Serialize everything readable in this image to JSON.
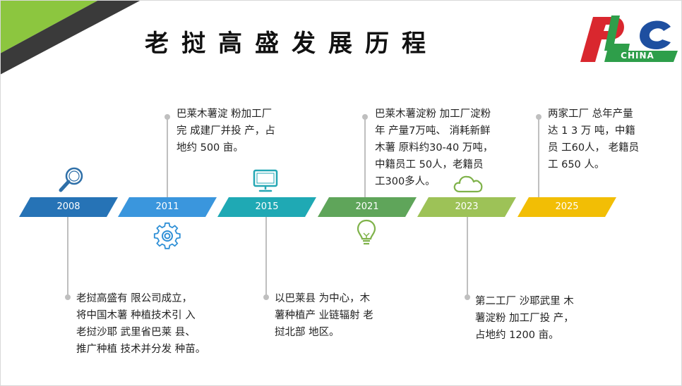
{
  "title": "老挝高盛发展历程",
  "logo": {
    "text": "CHINA"
  },
  "colors": {
    "corner_green": "#8CC63F",
    "corner_dark": "#3A3A3A",
    "logo_red": "#D9272E",
    "logo_green": "#2E9E4A",
    "logo_blue": "#1E4FA0",
    "icon_blue": "#2E6FA8",
    "icon_teal": "#25A7B4",
    "icon_green": "#7FB24A",
    "connector_gray": "#BFBFBF"
  },
  "timeline": [
    {
      "year": "2008",
      "color": "#2673B6",
      "icon": "magnifier-icon",
      "note": [
        "老挝高盛有 限公司成立，",
        "将中国木薯 种植技术引 入",
        "老挝沙耶 武里省巴莱 县、",
        "推广种植 技术并分发 种苗。"
      ]
    },
    {
      "year": "2011",
      "color": "#3A96DD",
      "icon": "gear-icon",
      "note": [
        "巴莱木薯淀 粉加工厂",
        "完 成建厂并投 产，占",
        "地约 500 亩。"
      ]
    },
    {
      "year": "2015",
      "color": "#1FA9B4",
      "icon": "monitor-icon",
      "note": [
        "以巴莱县 为中心，木",
        "薯种植产 业链辐射 老",
        "挝北部 地区。"
      ]
    },
    {
      "year": "2021",
      "color": "#5FA55A",
      "icon": "lightbulb-icon",
      "note": [
        "巴莱木薯淀粉 加工厂淀粉",
        "年 产量7万吨、 消耗新鲜",
        "木薯 原料约30-40 万吨，",
        "中籍员工 50人，老籍员",
        "工300多人。"
      ]
    },
    {
      "year": "2023",
      "color": "#9DC257",
      "icon": "cloud-icon",
      "note": [
        "第二工厂 沙耶武里 木",
        "薯淀粉 加工厂投 产，",
        "占地约 1200 亩。"
      ]
    },
    {
      "year": "2025",
      "color": "#F2BE05",
      "icon": "",
      "note": [
        "两家工厂 总年产量",
        "达 1 3 万 吨，中籍",
        "员 工60人， 老籍员",
        "工 650 人。"
      ]
    }
  ]
}
